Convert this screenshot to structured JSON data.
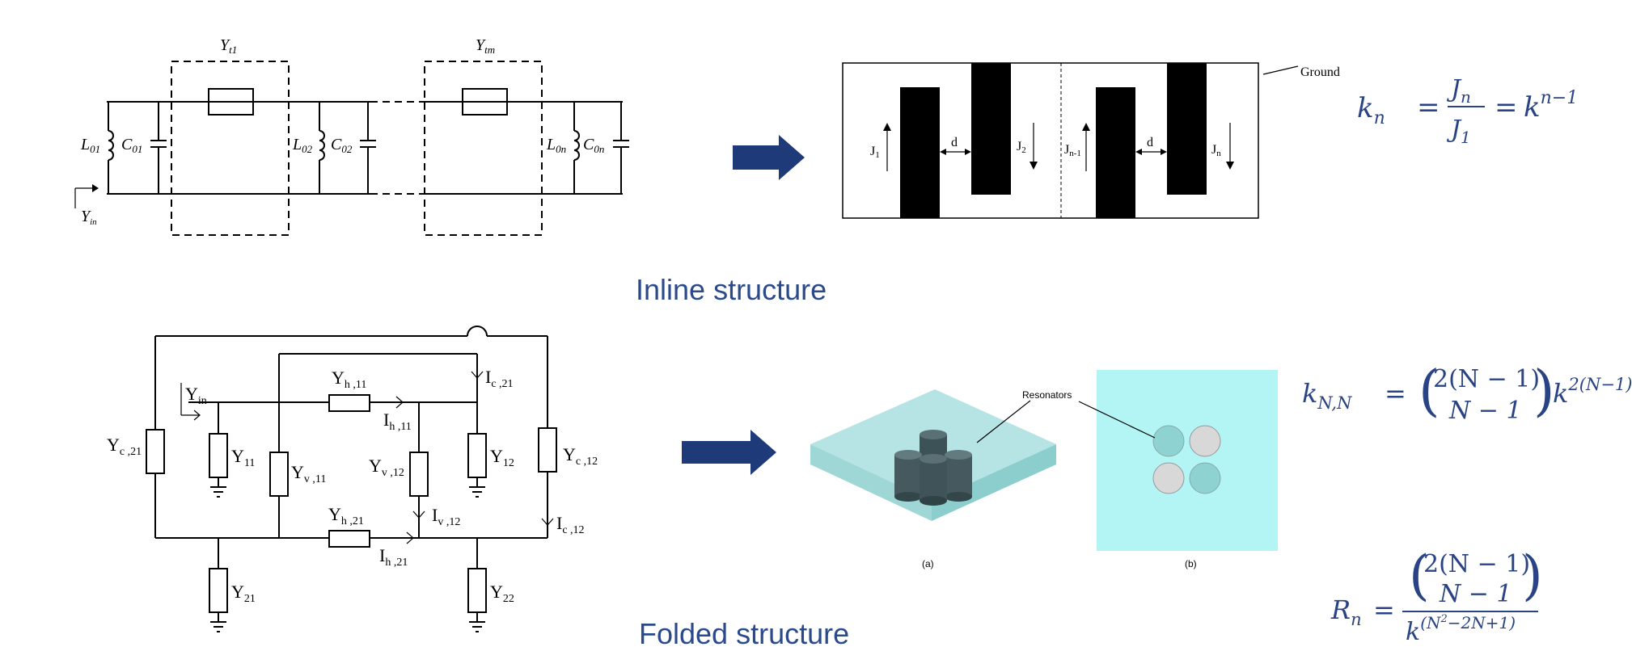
{
  "captions": {
    "inline": "Inline structure",
    "folded": "Folded structure"
  },
  "colors": {
    "arrow": "#1f3a78",
    "equation": "#2a4384",
    "dielectric": "#a7dcdc",
    "resonator_light": "#d8d8d8",
    "resonator_teal": "#8fd2d2"
  },
  "inline_circuit": {
    "Y_t1": "Y",
    "Y_t1_sub": "t1",
    "Y_tm": "Y",
    "Y_tm_sub": "tm",
    "L01": "L",
    "L01_sub": "01",
    "C01": "C",
    "C01_sub": "01",
    "L02": "L",
    "L02_sub": "02",
    "C02": "C",
    "C02_sub": "02",
    "L0n": "L",
    "L0n_sub": "0n",
    "C0n": "C",
    "C0n_sub": "0n",
    "Yin": "Y",
    "Yin_sub": "in"
  },
  "inline_layout": {
    "ground": "Ground",
    "J1": "J",
    "J1_sub": "1",
    "J2": "J",
    "J2_sub": "2",
    "Jn1": "J",
    "Jn1_sub": "n-1",
    "Jn": "J",
    "Jn_sub": "n",
    "d1": "d",
    "d2": "d"
  },
  "eq_inline": {
    "k": "k",
    "k_sub": "n",
    "num": "J",
    "num_sub": "n",
    "den": "J",
    "den_sub": "1",
    "rhs": "k",
    "rhs_sup": "n−1"
  },
  "folded_circuit": {
    "Yin": "Y",
    "Yin_sub": "in",
    "Yh11": "Y",
    "Yh11_sub": "h ,11",
    "Ih11": "I",
    "Ih11_sub": "h ,11",
    "Ic21": "I",
    "Ic21_sub": "c ,21",
    "Yc21": "Y",
    "Yc21_sub": "c ,21",
    "Y11": "Y",
    "Y11_sub": "11",
    "Yv11": "Y",
    "Yv11_sub": "v ,11",
    "Yv12": "Y",
    "Yv12_sub": "v ,12",
    "Y12": "Y",
    "Y12_sub": "12",
    "Yc12": "Y",
    "Yc12_sub": "c ,12",
    "Iv12": "I",
    "Iv12_sub": "v ,12",
    "Ic12": "I",
    "Ic12_sub": "c ,12",
    "Yh21": "Y",
    "Yh21_sub": "h ,21",
    "Ih21": "I",
    "Ih21_sub": "h ,21",
    "Y21": "Y",
    "Y21_sub": "21",
    "Y22": "Y",
    "Y22_sub": "22"
  },
  "resonator_figure": {
    "label": "Resonators",
    "panel_a": "(a)",
    "panel_b": "(b)"
  },
  "eq_knn": {
    "k": "k",
    "k_sub": "N,N",
    "binom_top": "2(N − 1)",
    "binom_bot": "N − 1",
    "rhs": "k",
    "rhs_sup": "2(N−1)"
  },
  "eq_rn": {
    "R": "R",
    "R_sub": "n",
    "binom_top": "2(N − 1)",
    "binom_bot": "N − 1",
    "den": "k",
    "den_sup": "(N",
    "den_sup2": "2",
    "den_sup3": "−2N+1)"
  }
}
